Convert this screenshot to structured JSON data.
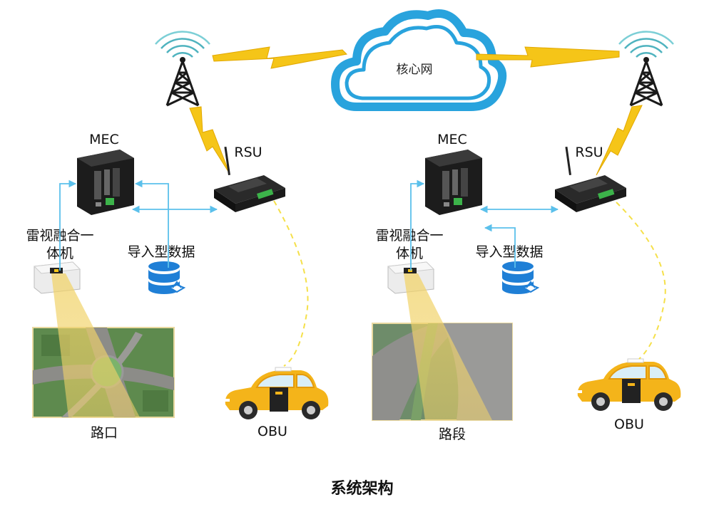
{
  "cloud": {
    "label": "核心网"
  },
  "left": {
    "mec_label": "MEC",
    "rsu_label": "RSU",
    "radar_label_line1": "雷视融合一",
    "radar_label_line2": "体机",
    "data_label": "导入型数据",
    "scene_label": "路口",
    "obu_label": "OBU"
  },
  "right": {
    "mec_label": "MEC",
    "rsu_label": "RSU",
    "radar_label_line1": "雷视融合一",
    "radar_label_line2": "体机",
    "data_label": "导入型数据",
    "scene_label": "路段",
    "obu_label": "OBU"
  },
  "caption": "系统架构",
  "colors": {
    "cloud": "#29a3dd",
    "lightning": "#f5c518",
    "link": "#5bc0eb",
    "obu_link": "#f5e04a",
    "database": "#1f7fd6",
    "car": "#f4b41a"
  }
}
